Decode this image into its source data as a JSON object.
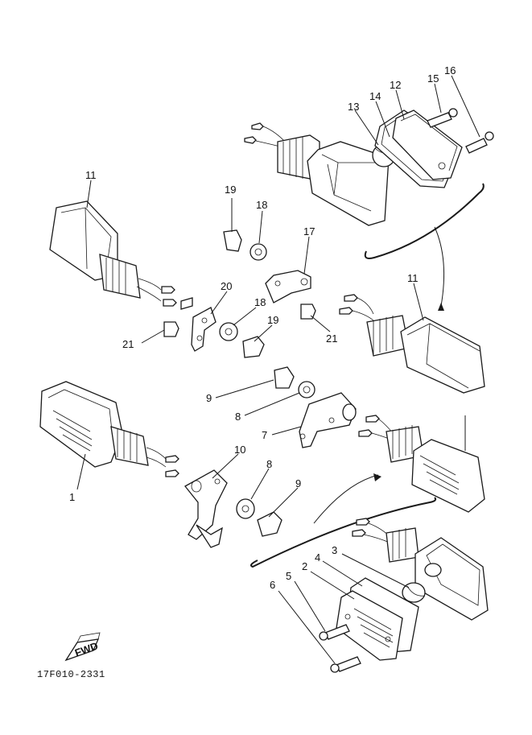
{
  "diagram": {
    "code": "17F010-2331",
    "fwd_label": "FWD",
    "callouts": {
      "c1": "1",
      "c2": "2",
      "c3": "3",
      "c4": "4",
      "c5": "5",
      "c6": "6",
      "c7": "7",
      "c8a": "8",
      "c8b": "8",
      "c9a": "9",
      "c9b": "9",
      "c10": "10",
      "c11a": "11",
      "c11b": "11",
      "c12": "12",
      "c13": "13",
      "c14": "14",
      "c15": "15",
      "c16": "16",
      "c17": "17",
      "c18a": "18",
      "c18b": "18",
      "c19a": "19",
      "c19b": "19",
      "c20": "20",
      "c21a": "21",
      "c21b": "21"
    }
  }
}
